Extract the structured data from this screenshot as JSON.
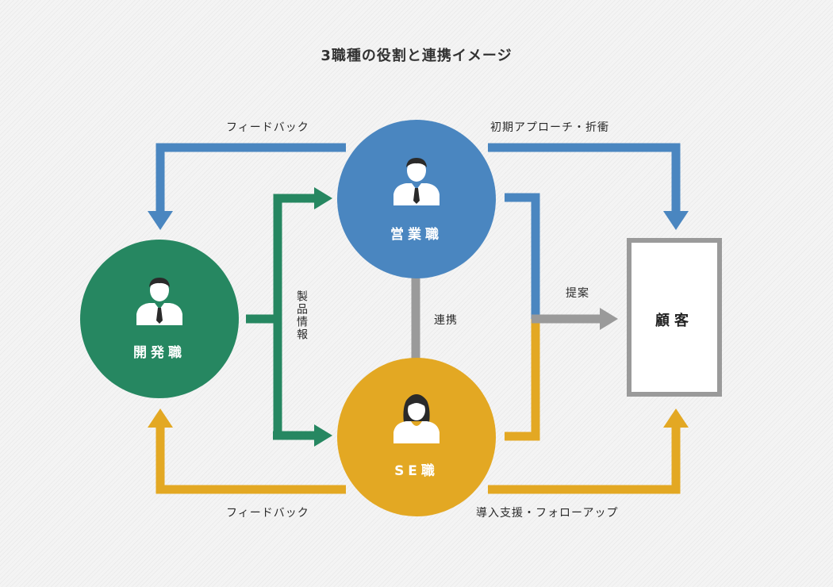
{
  "title": "3職種の役割と連携イメージ",
  "colors": {
    "sales": "#4a86c0",
    "dev": "#268761",
    "se": "#e3a823",
    "customer_border": "#9a9a9a",
    "link": "#9a9a9a"
  },
  "nodes": {
    "sales": {
      "label": "営業職",
      "icon": "businessman-icon"
    },
    "dev": {
      "label": "開発職",
      "icon": "businessman-icon"
    },
    "se": {
      "label": "SE職",
      "icon": "businesswoman-icon"
    },
    "customer": {
      "label": "顧客"
    }
  },
  "flows": {
    "sales_to_dev": "フィードバック",
    "sales_to_customer": "初期アプローチ・折衝",
    "dev_to_sales_se": "製品情報",
    "sales_se_link": "連携",
    "proposal": "提案",
    "se_to_dev": "フィードバック",
    "se_to_customer": "導入支援・フォローアップ"
  }
}
